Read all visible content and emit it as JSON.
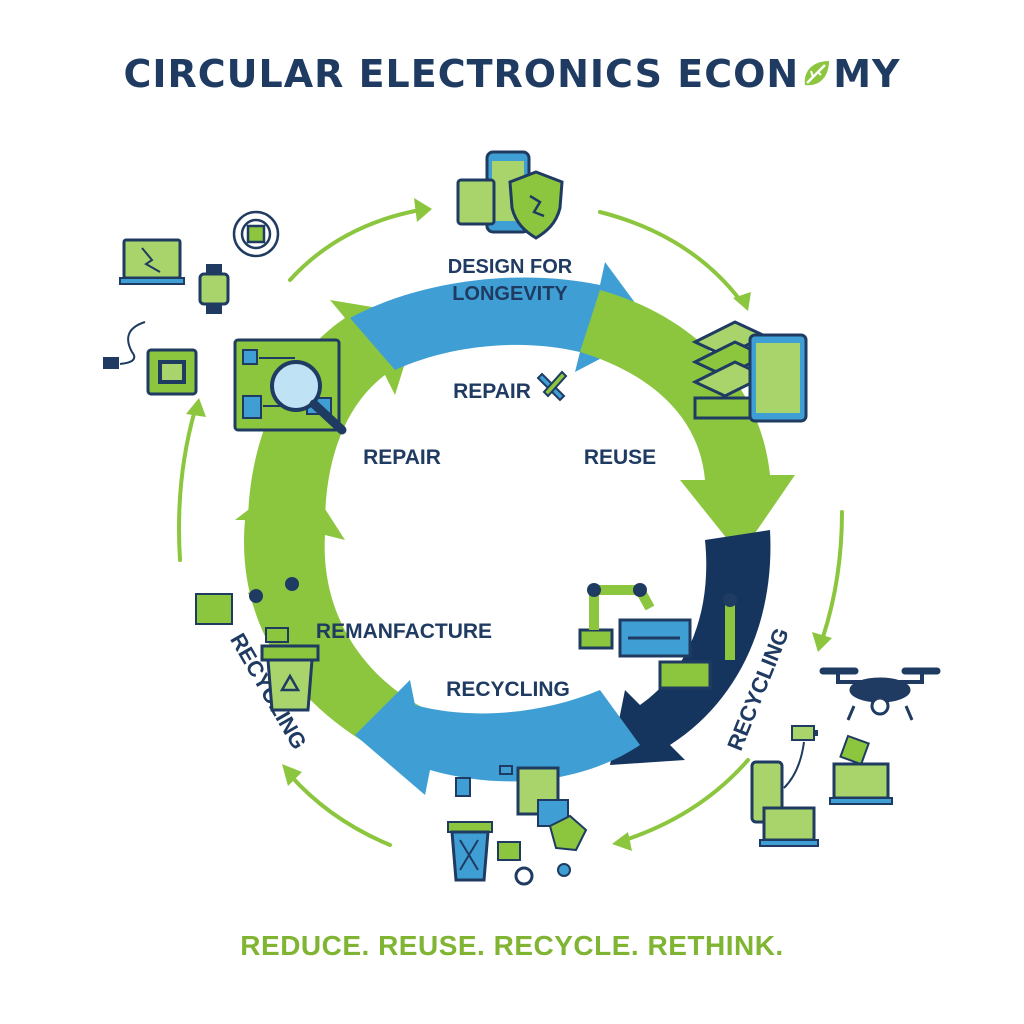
{
  "title": {
    "text_before": "CIRCULAR ELECTRONICS ECON",
    "text_after": "MY",
    "leaf_icon": "leaf-icon"
  },
  "stages": {
    "design": "DESIGN FOR",
    "design_line2": "LONGEVITY",
    "repair_top": "REPAIR",
    "repair_left": "REPAIR",
    "reuse": "REUSE",
    "remanufacture": "REMANFACTURE",
    "recycling_center": "RECYCLING",
    "recycling_right": "RECYCLING",
    "recycling_left": "RECYCLING"
  },
  "footer": "REDUCE. REUSE. RECYCLE. RETHINK.",
  "icons": {
    "top": [
      "smartphone-icon",
      "shield-icon"
    ],
    "top_left": [
      "broken-laptop-icon",
      "smartwatch-icon",
      "cable-icon",
      "chip-icon",
      "circuit-board-icon",
      "magnifier-icon"
    ],
    "right": [
      "device-stack-icon",
      "tablet-icon"
    ],
    "right_bottom": [
      "drone-icon",
      "battery-icon",
      "laptop-icon",
      "phone-icon"
    ],
    "bottom": [
      "waste-bin-icon",
      "e-waste-pile-icon"
    ],
    "left": [
      "robot-arm-icon",
      "recycle-bin-icon"
    ],
    "center_right": [
      "robot-arm-assembly-icon"
    ]
  },
  "colors": {
    "navy": "#1f3b62",
    "green": "#8cc63f",
    "blue": "#3f9fd4",
    "dark_navy": "#16355e"
  }
}
